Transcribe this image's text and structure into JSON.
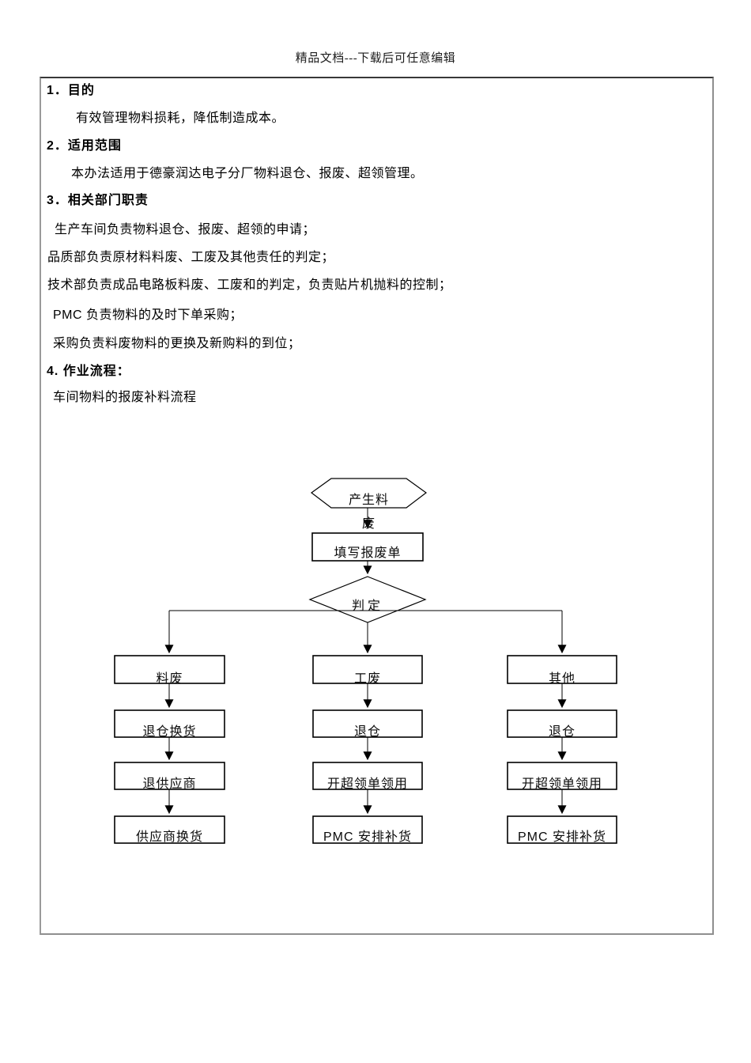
{
  "page": {
    "header": "精品文档---下载后可任意编辑"
  },
  "doc": {
    "paragraphs": [
      {
        "style": "heading",
        "text": "1．目的"
      },
      {
        "style": "body",
        "text": "有效管理物料损耗，降低制造成本。"
      },
      {
        "style": "heading",
        "text": "2．适用范围"
      },
      {
        "style": "body",
        "text": "本办法适用于德豪润达电子分厂物料退仓、报废、超领管理。"
      },
      {
        "style": "heading",
        "text": "3．相关部门职责"
      },
      {
        "style": "body",
        "text": "生产车间负责物料退仓、报废、超领的申请；"
      },
      {
        "style": "body",
        "text": "品质部负责原材料料废、工废及其他责任的判定；"
      },
      {
        "style": "body",
        "text": "技术部负责成品电路板料废、工废和的判定，负责贴片机抛料的控制；"
      },
      {
        "style": "body",
        "text": "PMC 负责物料的及时下单采购；"
      },
      {
        "style": "body",
        "text": "采购负责料废物料的更换及新购料的到位；"
      },
      {
        "style": "heading",
        "text": "4. 作业流程："
      },
      {
        "style": "body",
        "text": "车间物料的报废补料流程"
      }
    ]
  },
  "flowchart": {
    "start": "产生料",
    "start_overflow": "废",
    "fill_form": "填写报废单",
    "decision": "判定",
    "columns": [
      {
        "steps": [
          "料废",
          "退仓换货",
          "退供应商",
          "供应商换货"
        ]
      },
      {
        "steps": [
          "工废",
          "退仓",
          "开超领单领用",
          "PMC 安排补货"
        ]
      },
      {
        "steps": [
          "其他",
          "退仓",
          "开超领单领用",
          "PMC 安排补货"
        ]
      }
    ]
  },
  "colors": {
    "box_border": "#8f8f8f",
    "line": "#000000"
  }
}
